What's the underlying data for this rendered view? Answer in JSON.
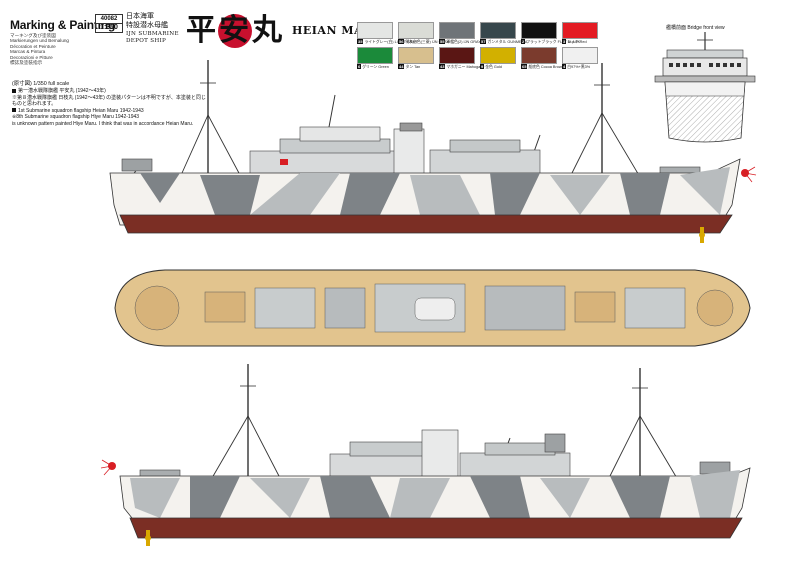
{
  "header": {
    "marking_title": "Marking & Painting",
    "marking_langs": [
      "マーキング及び塗装図",
      "Markierungen und Bemalung",
      "Décoration et Peinture",
      "Marcas & Pintura",
      "Decorazioni e Pitture",
      "標誌及塗裝指示"
    ],
    "kit_number": "40082",
    "kit_scale": "1:350",
    "jp_subtitle_1": "日本海軍",
    "jp_subtitle_2": "特設潜水母艦",
    "en_subtitle_1": "IJN SUBMARINE",
    "en_subtitle_2": "DEPOT SHIP",
    "ship_name_jp_1": "平",
    "ship_name_jp_2": "安",
    "ship_name_jp_3": "丸",
    "ship_name_en": "HEIAN MARU"
  },
  "palette": [
    {
      "code": "35",
      "name": "ライトグレー(白)",
      "en": "LIGHT GRAY",
      "color": "#e4e6e4"
    },
    {
      "code": "56",
      "name": "明灰白色(三菱)",
      "en": "IJN GRAY",
      "color": "#dadcd6"
    },
    {
      "code": "55",
      "name": "軍艦色(2)",
      "en": "IJN GRAY",
      "color": "#6f7478"
    },
    {
      "code": "57",
      "name": "ガンメタル",
      "en": "GUNMETAL",
      "color": "#37474c"
    },
    {
      "code": "2",
      "name": "フラットブラック",
      "en": "FLAT BLACK",
      "color": "#111111"
    },
    {
      "code": "3",
      "name": "レッド",
      "en": "Red",
      "color": "#e31b23"
    },
    {
      "code": "6",
      "name": "グリーン",
      "en": "Green",
      "color": "#1b8a3a"
    },
    {
      "code": "44",
      "name": "タン",
      "en": "Tan",
      "color": "#d7bf8e"
    },
    {
      "code": "43",
      "name": "マホガニー",
      "en": "Mahogany",
      "color": "#5a1614"
    },
    {
      "code": "9",
      "name": "金色",
      "en": "Gold",
      "color": "#d2b000"
    },
    {
      "code": "65",
      "name": "船底色",
      "en": "Cocoa Brown",
      "color": "#7b3b2d"
    },
    {
      "code": "4",
      "name": "白97%+黒3%",
      "en": "",
      "color": "#f0f0f0"
    }
  ],
  "scale_note": "(原寸図) 1/350 full scale",
  "notes": [
    "第一潜水戦隊旗艦 平安丸 (1942～43年)",
    "※第８潜水戦隊旗艦 日枝丸 (1942～43年) の塗装パターンは不明ですが、本塗装と同じものと思われます。",
    "1st Submarine squadron flagship Heian Maru 1942-1943",
    "※8th Submarine squadron flagship Hiye Maru 1942-1943",
    "is unknown pattern painted Hiye Maru. I think that was in accordance Heian Maru."
  ],
  "bridge_view": {
    "caption_jp": "艦橋前面",
    "caption_en": "Bridge front view"
  },
  "ship_colors": {
    "hull_white": "#f4f2ee",
    "hull_gray": "#7e8387",
    "hull_light": "#cfd3d4",
    "bottom": "#7b2e24",
    "deck": "#e2c48e",
    "dark": "#3a3e42",
    "red": "#d81e24",
    "gold": "#d9a800"
  }
}
